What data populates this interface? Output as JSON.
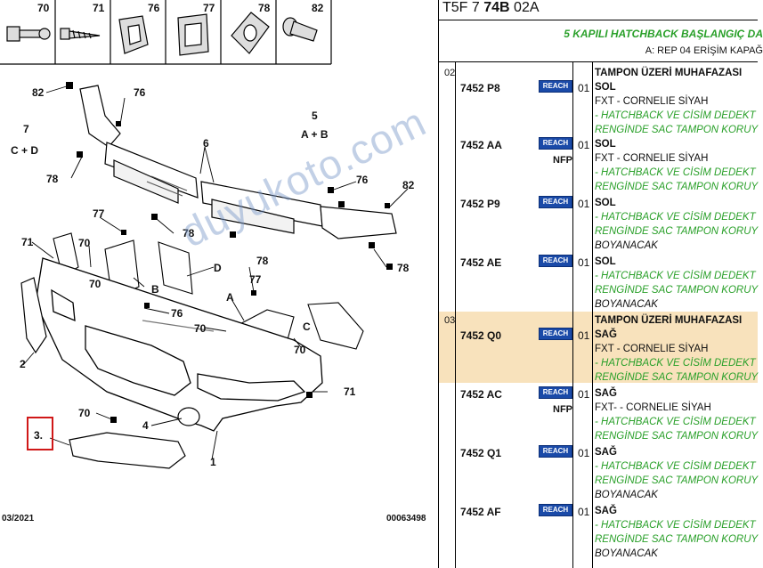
{
  "icon_bar": [
    {
      "num": "70",
      "icon": "bolt-icon"
    },
    {
      "num": "71",
      "icon": "screw-icon"
    },
    {
      "num": "76",
      "icon": "clip-icon"
    },
    {
      "num": "77",
      "icon": "bracket-clip-icon"
    },
    {
      "num": "78",
      "icon": "grommet-icon"
    },
    {
      "num": "82",
      "icon": "rivet-icon"
    }
  ],
  "callouts": {
    "c82a": "82",
    "c76a": "76",
    "c7": "7",
    "c7cd": "C + D",
    "c5": "5",
    "c5ab": "A + B",
    "c6": "6",
    "c78a": "78",
    "c76b": "76",
    "c82b": "82",
    "c77a": "77",
    "c78b": "78",
    "c71a": "71",
    "c70a": "70",
    "c70b": "70",
    "c78c": "78",
    "cD": "D",
    "c78d": "78",
    "cB": "B",
    "c77b": "77",
    "cA": "A",
    "c76c": "76",
    "c70c": "70",
    "cC": "C",
    "c70d": "70",
    "c2": "2",
    "c71b": "71",
    "c70e": "70",
    "c4": "4",
    "c3": "3.",
    "c1": "1"
  },
  "footer": {
    "date": "03/2021",
    "ref": "00063498"
  },
  "watermark": "duyukoto.com",
  "panel": {
    "code_prefix": "T5F 7 ",
    "code_bold": "74B",
    "code_suffix": " 02A",
    "title": "5 KAPILI HATCHBACK BAŞLANGIÇ DA",
    "subtitle": "A: REP 04 ERİŞİM KAPAĞ"
  },
  "rows": [
    {
      "group": "02",
      "part": "7452 P8",
      "reach": "REACH",
      "nfp": "",
      "qty": "01",
      "lines": [
        {
          "t": "TAMPON ÜZERİ MUHAFAZASI",
          "s": "b"
        },
        {
          "t": "SOL",
          "s": "b"
        },
        {
          "t": "FXT - CORNELIE SİYAH",
          "s": ""
        },
        {
          "t": "- HATCHBACK VE CİSİM DEDEKT",
          "s": "g"
        },
        {
          "t": "RENGİNDE SAC TAMPON KORUY",
          "s": "g"
        }
      ]
    },
    {
      "group": "",
      "part": "7452 AA",
      "reach": "REACH",
      "nfp": "NFP",
      "qty": "01",
      "lines": [
        {
          "t": "SOL",
          "s": "b"
        },
        {
          "t": "FXT - CORNELIE SİYAH",
          "s": ""
        },
        {
          "t": "- HATCHBACK VE CİSİM DEDEKT",
          "s": "g"
        },
        {
          "t": "RENGİNDE SAC TAMPON KORUY",
          "s": "g"
        }
      ]
    },
    {
      "group": "",
      "part": "7452 P9",
      "reach": "REACH",
      "nfp": "",
      "qty": "01",
      "lines": [
        {
          "t": "SOL",
          "s": "b"
        },
        {
          "t": "- HATCHBACK VE CİSİM DEDEKT",
          "s": "g"
        },
        {
          "t": "RENGİNDE SAC TAMPON KORUY",
          "s": "g"
        },
        {
          "t": "BOYANACAK",
          "s": "i"
        }
      ]
    },
    {
      "group": "",
      "part": "7452 AE",
      "reach": "REACH",
      "nfp": "",
      "qty": "01",
      "lines": [
        {
          "t": "SOL",
          "s": "b"
        },
        {
          "t": "- HATCHBACK VE CİSİM DEDEKT",
          "s": "g"
        },
        {
          "t": "RENGİNDE SAC TAMPON KORUY",
          "s": "g"
        },
        {
          "t": "BOYANACAK",
          "s": "i"
        }
      ]
    },
    {
      "group": "03",
      "part": "7452 Q0",
      "reach": "REACH",
      "nfp": "",
      "qty": "01",
      "highlight": true,
      "lines": [
        {
          "t": "TAMPON ÜZERİ MUHAFAZASI",
          "s": "b"
        },
        {
          "t": "SAĞ",
          "s": "b"
        },
        {
          "t": "FXT - CORNELIE SİYAH",
          "s": ""
        },
        {
          "t": "- HATCHBACK VE CİSİM DEDEKT",
          "s": "g"
        },
        {
          "t": "RENGİNDE SAC TAMPON KORUY",
          "s": "g"
        }
      ]
    },
    {
      "group": "",
      "part": "7452 AC",
      "reach": "REACH",
      "nfp": "NFP",
      "qty": "01",
      "lines": [
        {
          "t": "SAĞ",
          "s": "b"
        },
        {
          "t": "FXT- - CORNELIE SİYAH",
          "s": ""
        },
        {
          "t": "- HATCHBACK VE CİSİM DEDEKT",
          "s": "g"
        },
        {
          "t": "RENGİNDE SAC TAMPON KORUY",
          "s": "g"
        }
      ]
    },
    {
      "group": "",
      "part": "7452 Q1",
      "reach": "REACH",
      "nfp": "",
      "qty": "01",
      "lines": [
        {
          "t": "SAĞ",
          "s": "b"
        },
        {
          "t": "- HATCHBACK VE CİSİM DEDEKT",
          "s": "g"
        },
        {
          "t": "RENGİNDE SAC TAMPON KORUY",
          "s": "g"
        },
        {
          "t": "BOYANACAK",
          "s": "i"
        }
      ]
    },
    {
      "group": "",
      "part": "7452 AF",
      "reach": "REACH",
      "nfp": "",
      "qty": "01",
      "lines": [
        {
          "t": "SAĞ",
          "s": "b"
        },
        {
          "t": "- HATCHBACK VE CİSİM DEDEKT",
          "s": "g"
        },
        {
          "t": "RENGİNDE SAC TAMPON KORUY",
          "s": "g"
        },
        {
          "t": "BOYANACAK",
          "s": "i"
        }
      ]
    }
  ]
}
